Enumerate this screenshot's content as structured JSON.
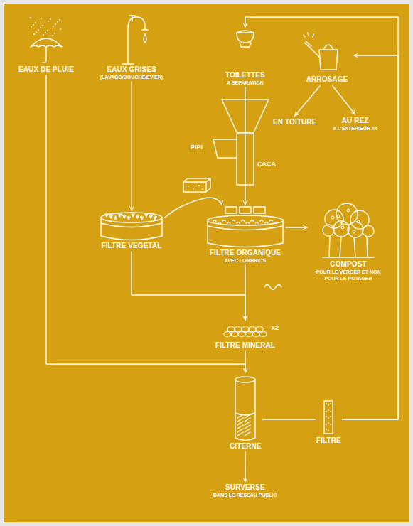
{
  "diagram": {
    "nodes": [
      {
        "text": [
          "EAUX DE PLUIE"
        ]
      },
      {
        "text": [
          "EAUX GRISES",
          "(LAVABO/DOUCHE/EVIER)"
        ]
      },
      {
        "text": [
          "TOILETTES",
          "A SEPARATION"
        ]
      },
      {
        "text": [
          "ARROSAGE"
        ]
      },
      {
        "text": [
          "EN TOITURE"
        ]
      },
      {
        "text": [
          "AU REZ",
          "A L'EXTERIEUR X4"
        ]
      },
      {
        "text": [
          "FILTRE VEGETAL"
        ]
      },
      {
        "text": [
          "FILTRE ORGANIQUE",
          "AVEC LOMBRICS"
        ]
      },
      {
        "text": [
          "COMPOST",
          "POUR LE VERGER ET NON POUR LE POTAGER"
        ]
      },
      {
        "text": [
          "FILTRE MINERAL"
        ]
      },
      {
        "text": [
          "CITERNE"
        ]
      },
      {
        "text": [
          "FILTRE"
        ]
      },
      {
        "text": [
          "SURVERSE",
          "DANS LE RESEAU PUBLIC"
        ]
      }
    ],
    "edges": [
      {
        "from": 0,
        "to": 10,
        "arrow": "to"
      },
      {
        "from": 1,
        "to": 6,
        "arrow": "to"
      },
      {
        "from": 2,
        "to": 7,
        "arrow": "to"
      },
      {
        "from": 6,
        "to": 7,
        "arrow": "to"
      },
      {
        "from": 7,
        "to": 8,
        "arrow": "to"
      },
      {
        "from": 6,
        "to": 9,
        "arrow": "to"
      },
      {
        "from": 7,
        "to": 9,
        "arrow": "to"
      },
      {
        "from": 9,
        "to": 10,
        "arrow": "to"
      },
      {
        "from": 10,
        "to": 11,
        "arrow": "none"
      },
      {
        "from": 11,
        "to": 3,
        "arrow": "to"
      },
      {
        "from": 11,
        "to": 2,
        "arrow": "to"
      },
      {
        "from": 3,
        "to": 4,
        "arrow": "to"
      },
      {
        "from": 3,
        "to": 5,
        "arrow": "to"
      },
      {
        "from": 10,
        "to": 12,
        "arrow": "to"
      }
    ],
    "labels": [
      "PIPI",
      "CACA",
      "x2"
    ]
  }
}
